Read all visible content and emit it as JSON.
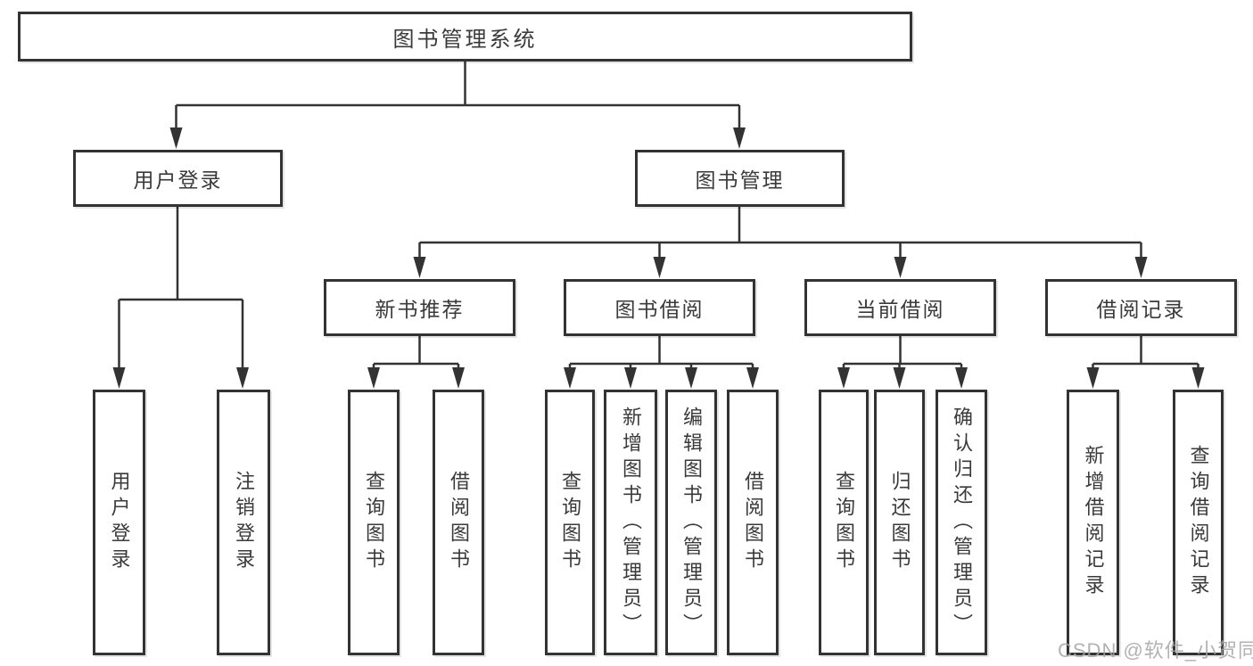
{
  "diagram": {
    "root": {
      "label": "图书管理系统",
      "children": [
        {
          "label": "用户登录",
          "children": [
            {
              "label": "用户登录"
            },
            {
              "label": "注销登录"
            }
          ]
        },
        {
          "label": "图书管理",
          "children": [
            {
              "label": "新书推荐",
              "children": [
                {
                  "label": "查询图书"
                },
                {
                  "label": "借阅图书"
                }
              ]
            },
            {
              "label": "图书借阅",
              "children": [
                {
                  "label": "查询图书"
                },
                {
                  "label": "新增图书（管理员）"
                },
                {
                  "label": "编辑图书（管理员）"
                },
                {
                  "label": "借阅图书"
                }
              ]
            },
            {
              "label": "当前借阅",
              "children": [
                {
                  "label": "查询图书"
                },
                {
                  "label": "归还图书"
                },
                {
                  "label": "确认归还（管理员）"
                }
              ]
            },
            {
              "label": "借阅记录",
              "children": [
                {
                  "label": "新增借阅记录"
                },
                {
                  "label": "查询借阅记录"
                }
              ]
            }
          ]
        }
      ]
    }
  },
  "watermark": {
    "text": "CSDN @软件_小贺同学"
  },
  "colors": {
    "line": "#333333",
    "box_border": "#333333",
    "text": "#3a3a3a",
    "watermark": "#a5a5a5",
    "background": "#ffffff"
  }
}
